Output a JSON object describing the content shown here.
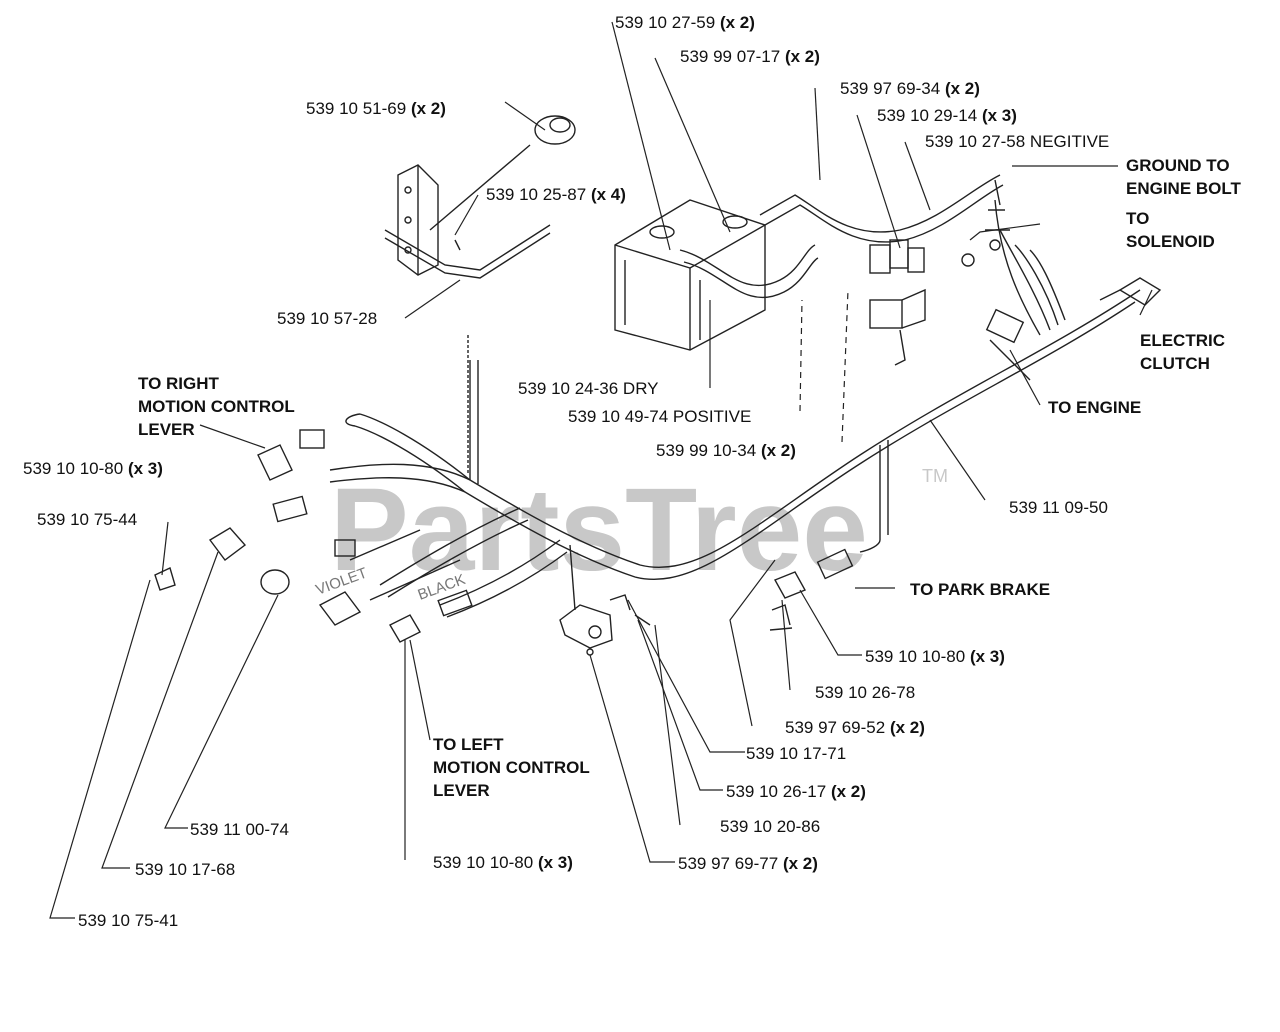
{
  "watermark": {
    "text": "PartsTree",
    "tm": "TM"
  },
  "wire_labels": {
    "violet": "VIOLET",
    "black": "BLACK"
  },
  "parts": [
    {
      "id": "p01",
      "num": "539 10 27-59",
      "qty": "(x 2)"
    },
    {
      "id": "p02",
      "num": "539 99 07-17",
      "qty": "(x 2)"
    },
    {
      "id": "p03",
      "num": "539 97 69-34",
      "qty": "(x 2)"
    },
    {
      "id": "p04",
      "num": "539 10 29-14",
      "qty": "(x 3)"
    },
    {
      "id": "p05",
      "num": "539 10 27-58 NEGITIVE",
      "qty": ""
    },
    {
      "id": "p06",
      "num": "539 10 51-69",
      "qty": "(x 2)"
    },
    {
      "id": "p07",
      "num": "539 10 25-87",
      "qty": "(x 4)"
    },
    {
      "id": "p08",
      "num": "539 10 57-28",
      "qty": ""
    },
    {
      "id": "p09",
      "num": "539 10 24-36 DRY",
      "qty": ""
    },
    {
      "id": "p10",
      "num": "539 10 49-74 POSITIVE",
      "qty": ""
    },
    {
      "id": "p11",
      "num": "539 99 10-34",
      "qty": "(x 2)"
    },
    {
      "id": "p12",
      "num": "539 10 10-80",
      "qty": "(x 3)"
    },
    {
      "id": "p13",
      "num": "539 10 75-44",
      "qty": ""
    },
    {
      "id": "p14",
      "num": "539 11 09-50",
      "qty": ""
    },
    {
      "id": "p15",
      "num": "539 10 10-80",
      "qty": "(x 3)"
    },
    {
      "id": "p16",
      "num": "539 10 26-78",
      "qty": ""
    },
    {
      "id": "p17",
      "num": "539 97 69-52",
      "qty": "(x 2)"
    },
    {
      "id": "p18",
      "num": "539 10 17-71",
      "qty": ""
    },
    {
      "id": "p19",
      "num": "539 10 26-17",
      "qty": "(x 2)"
    },
    {
      "id": "p20",
      "num": "539 10 20-86",
      "qty": ""
    },
    {
      "id": "p21",
      "num": "539 11 00-74",
      "qty": ""
    },
    {
      "id": "p22",
      "num": "539 10 17-68",
      "qty": ""
    },
    {
      "id": "p23",
      "num": "539 10 10-80",
      "qty": "(x 3)"
    },
    {
      "id": "p24",
      "num": "539 97 69-77",
      "qty": "(x 2)"
    },
    {
      "id": "p25",
      "num": "539 10 75-41",
      "qty": ""
    }
  ],
  "callouts": [
    {
      "id": "c01",
      "lines": [
        "GROUND TO",
        "ENGINE BOLT"
      ]
    },
    {
      "id": "c02",
      "lines": [
        "TO",
        "SOLENOID"
      ]
    },
    {
      "id": "c03",
      "lines": [
        "ELECTRIC",
        "CLUTCH"
      ]
    },
    {
      "id": "c04",
      "lines": [
        "TO ENGINE"
      ]
    },
    {
      "id": "c05",
      "lines": [
        "TO RIGHT",
        "MOTION CONTROL",
        "LEVER"
      ]
    },
    {
      "id": "c06",
      "lines": [
        "TO PARK BRAKE"
      ]
    },
    {
      "id": "c07",
      "lines": [
        "TO LEFT",
        "MOTION CONTROL",
        "LEVER"
      ]
    }
  ]
}
